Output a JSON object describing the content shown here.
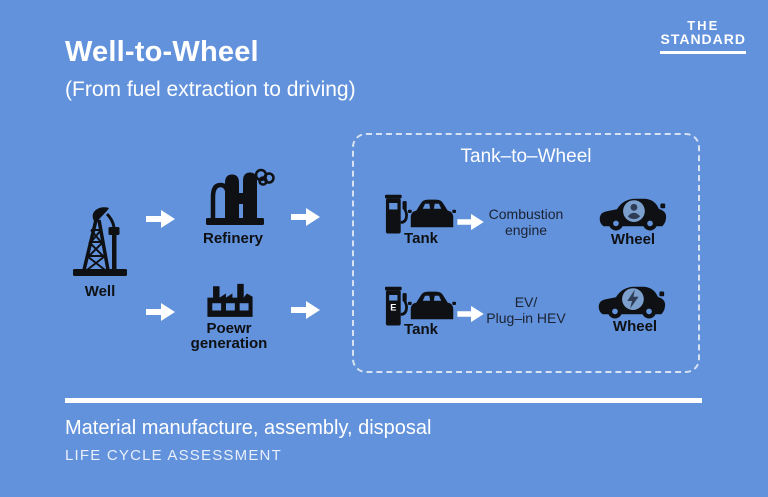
{
  "colors": {
    "background": "#6292DB",
    "icon_ink": "#0E1014",
    "dark_text": "#1A2233",
    "white": "#FFFFFF",
    "dashed_border": "#D7E2F3",
    "cabin_blue": "#7CA0CE"
  },
  "logo": {
    "top": "THE",
    "bottom": "STANDARD"
  },
  "header": {
    "title": "Well-to-Wheel",
    "subtitle": "(From fuel extraction to driving)"
  },
  "chain": {
    "well_label": "Well",
    "refinery_label": "Refinery",
    "power_label_lines": [
      "Poewr",
      "generation"
    ]
  },
  "box": {
    "title": "Tank–to–Wheel",
    "ev_pump_letter": "E",
    "rows": [
      {
        "tank_label": "Tank",
        "mid_lines": [
          "Combustion",
          "engine"
        ],
        "wheel_label": "Wheel"
      },
      {
        "tank_label": "Tank",
        "mid_lines": [
          "EV/",
          "Plug–in HEV"
        ],
        "wheel_label": "Wheel"
      }
    ]
  },
  "footer": {
    "line1": "Material manufacture, assembly, disposal",
    "line2": "LIFE CYCLE ASSESSMENT"
  }
}
